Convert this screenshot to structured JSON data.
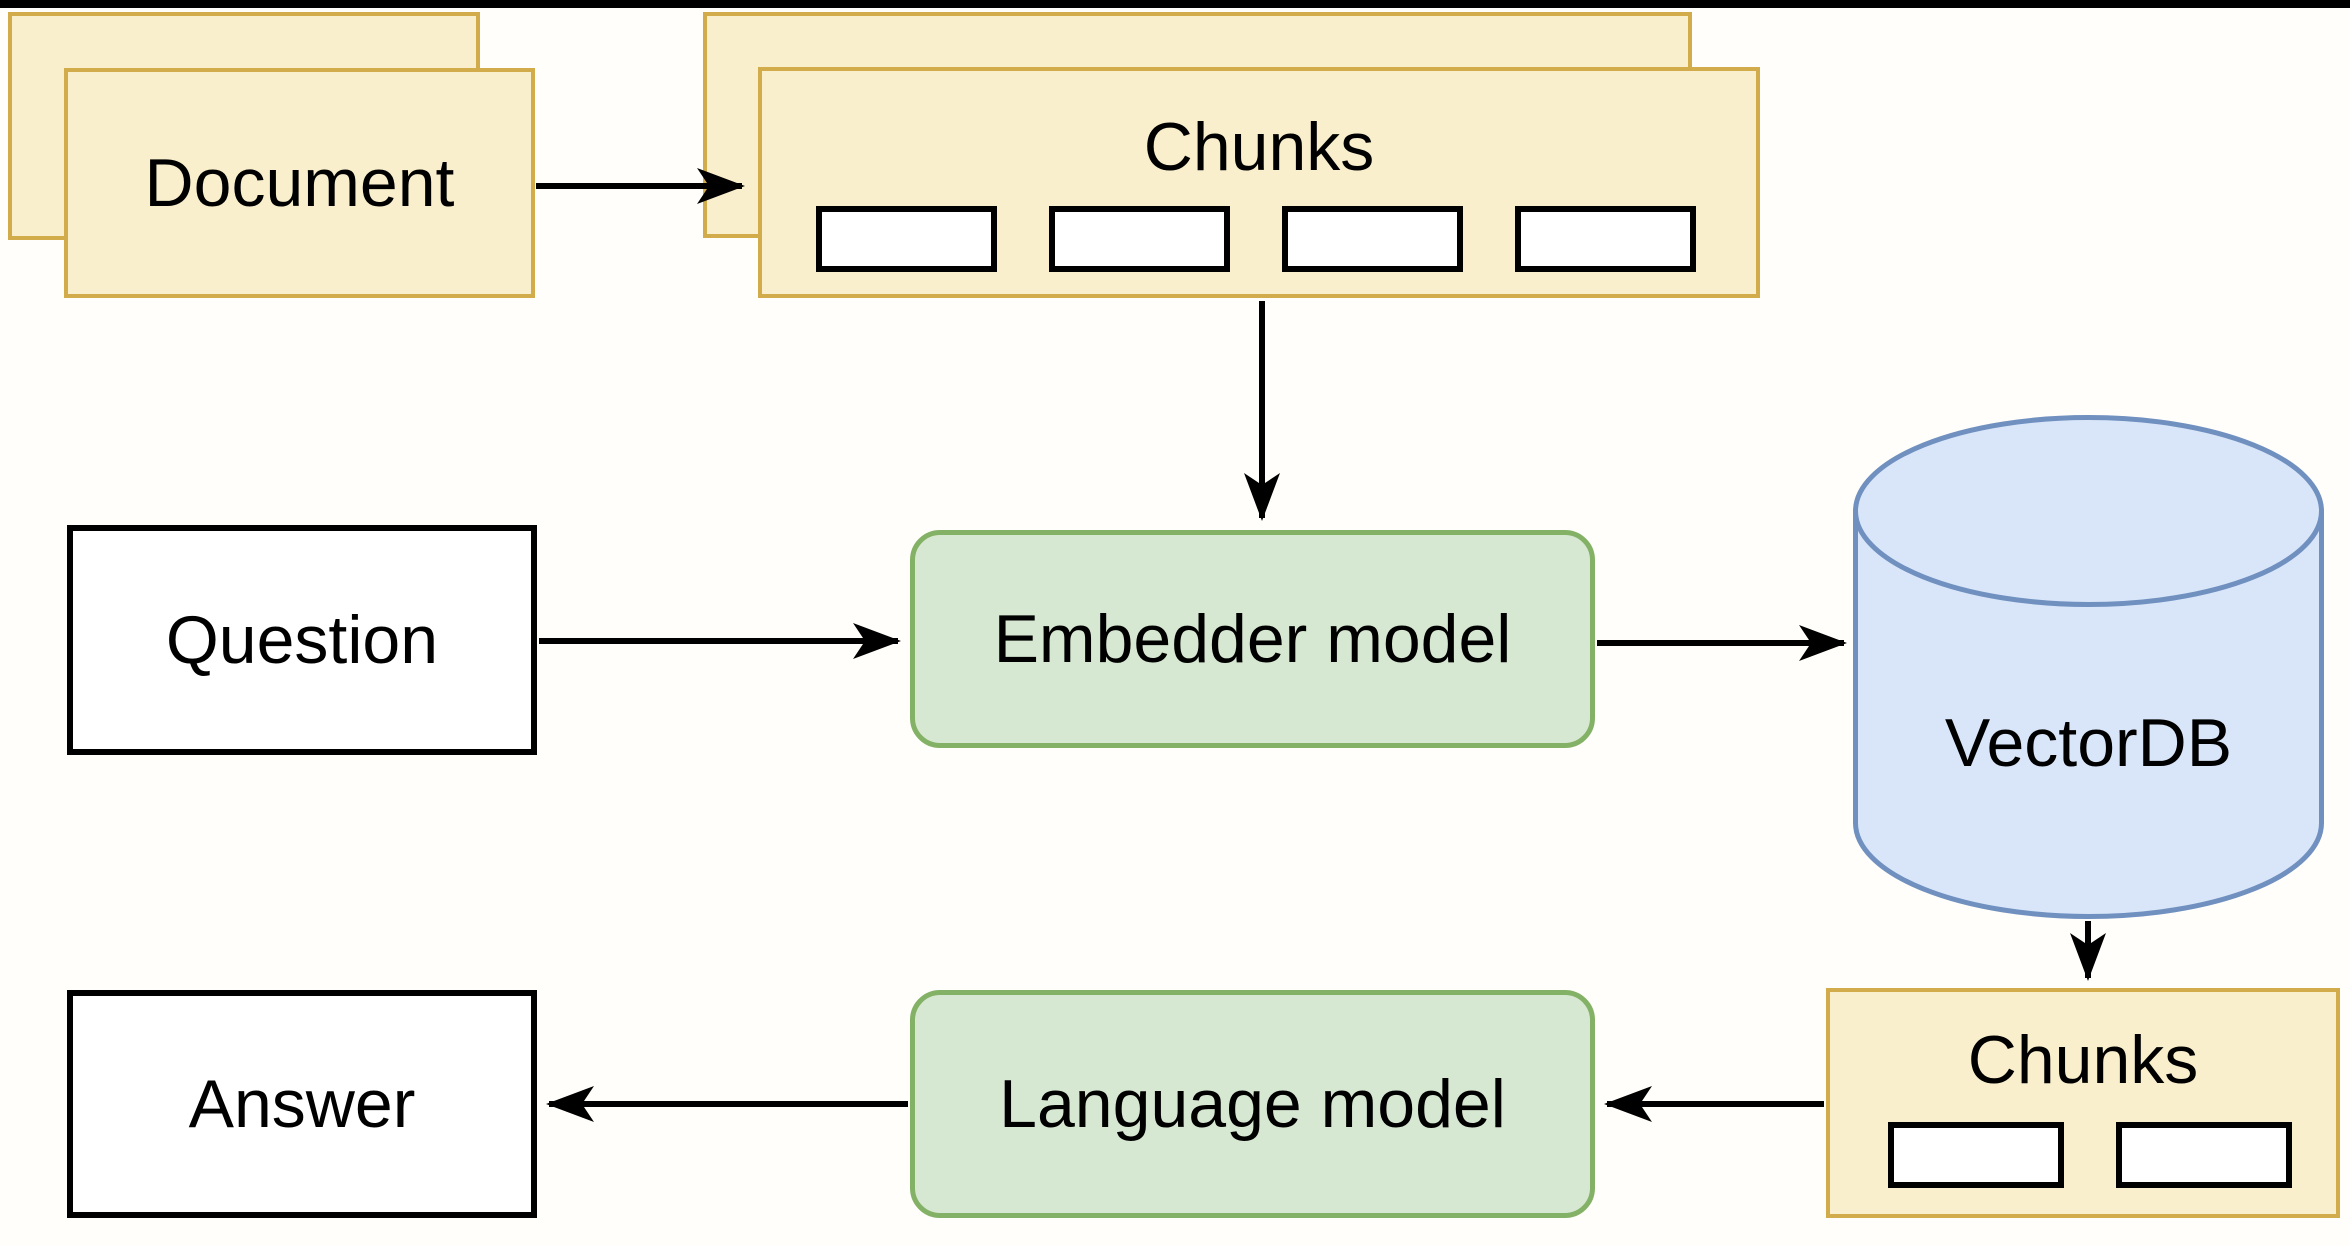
{
  "canvas": {
    "background": "#FFFEFA",
    "letterbox_bar_color": "#000000"
  },
  "palette": {
    "yellow_fill": "#FAEFCC",
    "yellow_border": "#D2AC4A",
    "green_fill": "#D7E8D2",
    "green_border": "#83B266",
    "blue_fill": "#D9E6F9",
    "blue_border": "#7090C0",
    "white_fill": "#FFFFFF",
    "line_color": "#000000",
    "text_color": "#000000",
    "canvas_bg": "#FFFEFA"
  },
  "nodes": {
    "document": {
      "label": "Document",
      "shape": "stacked-rectangle",
      "color": "yellow"
    },
    "chunks_top": {
      "label": "Chunks",
      "shape": "stacked-rectangle",
      "color": "yellow",
      "slot_count": 4
    },
    "question": {
      "label": "Question",
      "shape": "rectangle",
      "color": "white"
    },
    "embedder": {
      "label": "Embedder model",
      "shape": "rounded-rectangle",
      "color": "green"
    },
    "vectordb": {
      "label": "VectorDB",
      "shape": "cylinder",
      "color": "blue"
    },
    "chunks_bottom": {
      "label": "Chunks",
      "shape": "rectangle",
      "color": "yellow",
      "slot_count": 2
    },
    "language": {
      "label": "Language model",
      "shape": "rounded-rectangle",
      "color": "green"
    },
    "answer": {
      "label": "Answer",
      "shape": "rectangle",
      "color": "white"
    }
  },
  "edges": [
    {
      "from": "document",
      "to": "chunks_top",
      "direction": "right"
    },
    {
      "from": "chunks_top",
      "to": "embedder",
      "direction": "down"
    },
    {
      "from": "question",
      "to": "embedder",
      "direction": "right"
    },
    {
      "from": "embedder",
      "to": "vectordb",
      "direction": "right"
    },
    {
      "from": "vectordb",
      "to": "chunks_bottom",
      "direction": "down"
    },
    {
      "from": "chunks_bottom",
      "to": "language",
      "direction": "left"
    },
    {
      "from": "language",
      "to": "answer",
      "direction": "left"
    }
  ]
}
